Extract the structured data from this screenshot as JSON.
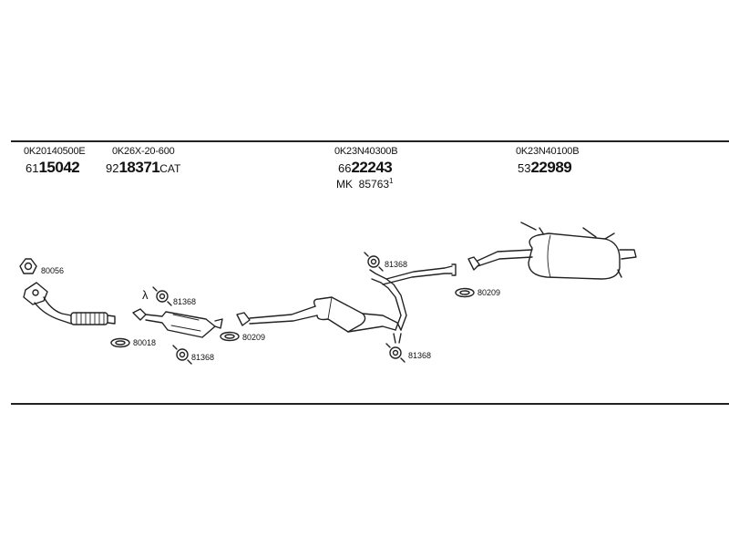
{
  "columns": [
    {
      "oe": "0K20140500E",
      "prefix": "61",
      "number": "15042",
      "suffix": ""
    },
    {
      "oe": "0K26X-20-600",
      "prefix": "92",
      "number": "18371",
      "suffix": "CAT"
    },
    {
      "oe": "0K23N40300B",
      "prefix": "66",
      "number": "22243",
      "suffix": "",
      "alt": {
        "brand": "MK",
        "number": "85763",
        "sup": "1"
      }
    },
    {
      "oe": "0K23N40100B",
      "prefix": "53",
      "number": "22989",
      "suffix": ""
    }
  ],
  "callouts": {
    "c1": "80056",
    "c2": "81368",
    "c3": "80018",
    "c4": "81368",
    "c5": "80209",
    "c6": "81368",
    "c7": "80209",
    "c8": "81368"
  },
  "lambda_symbol": "λ",
  "line_color": "#222222"
}
